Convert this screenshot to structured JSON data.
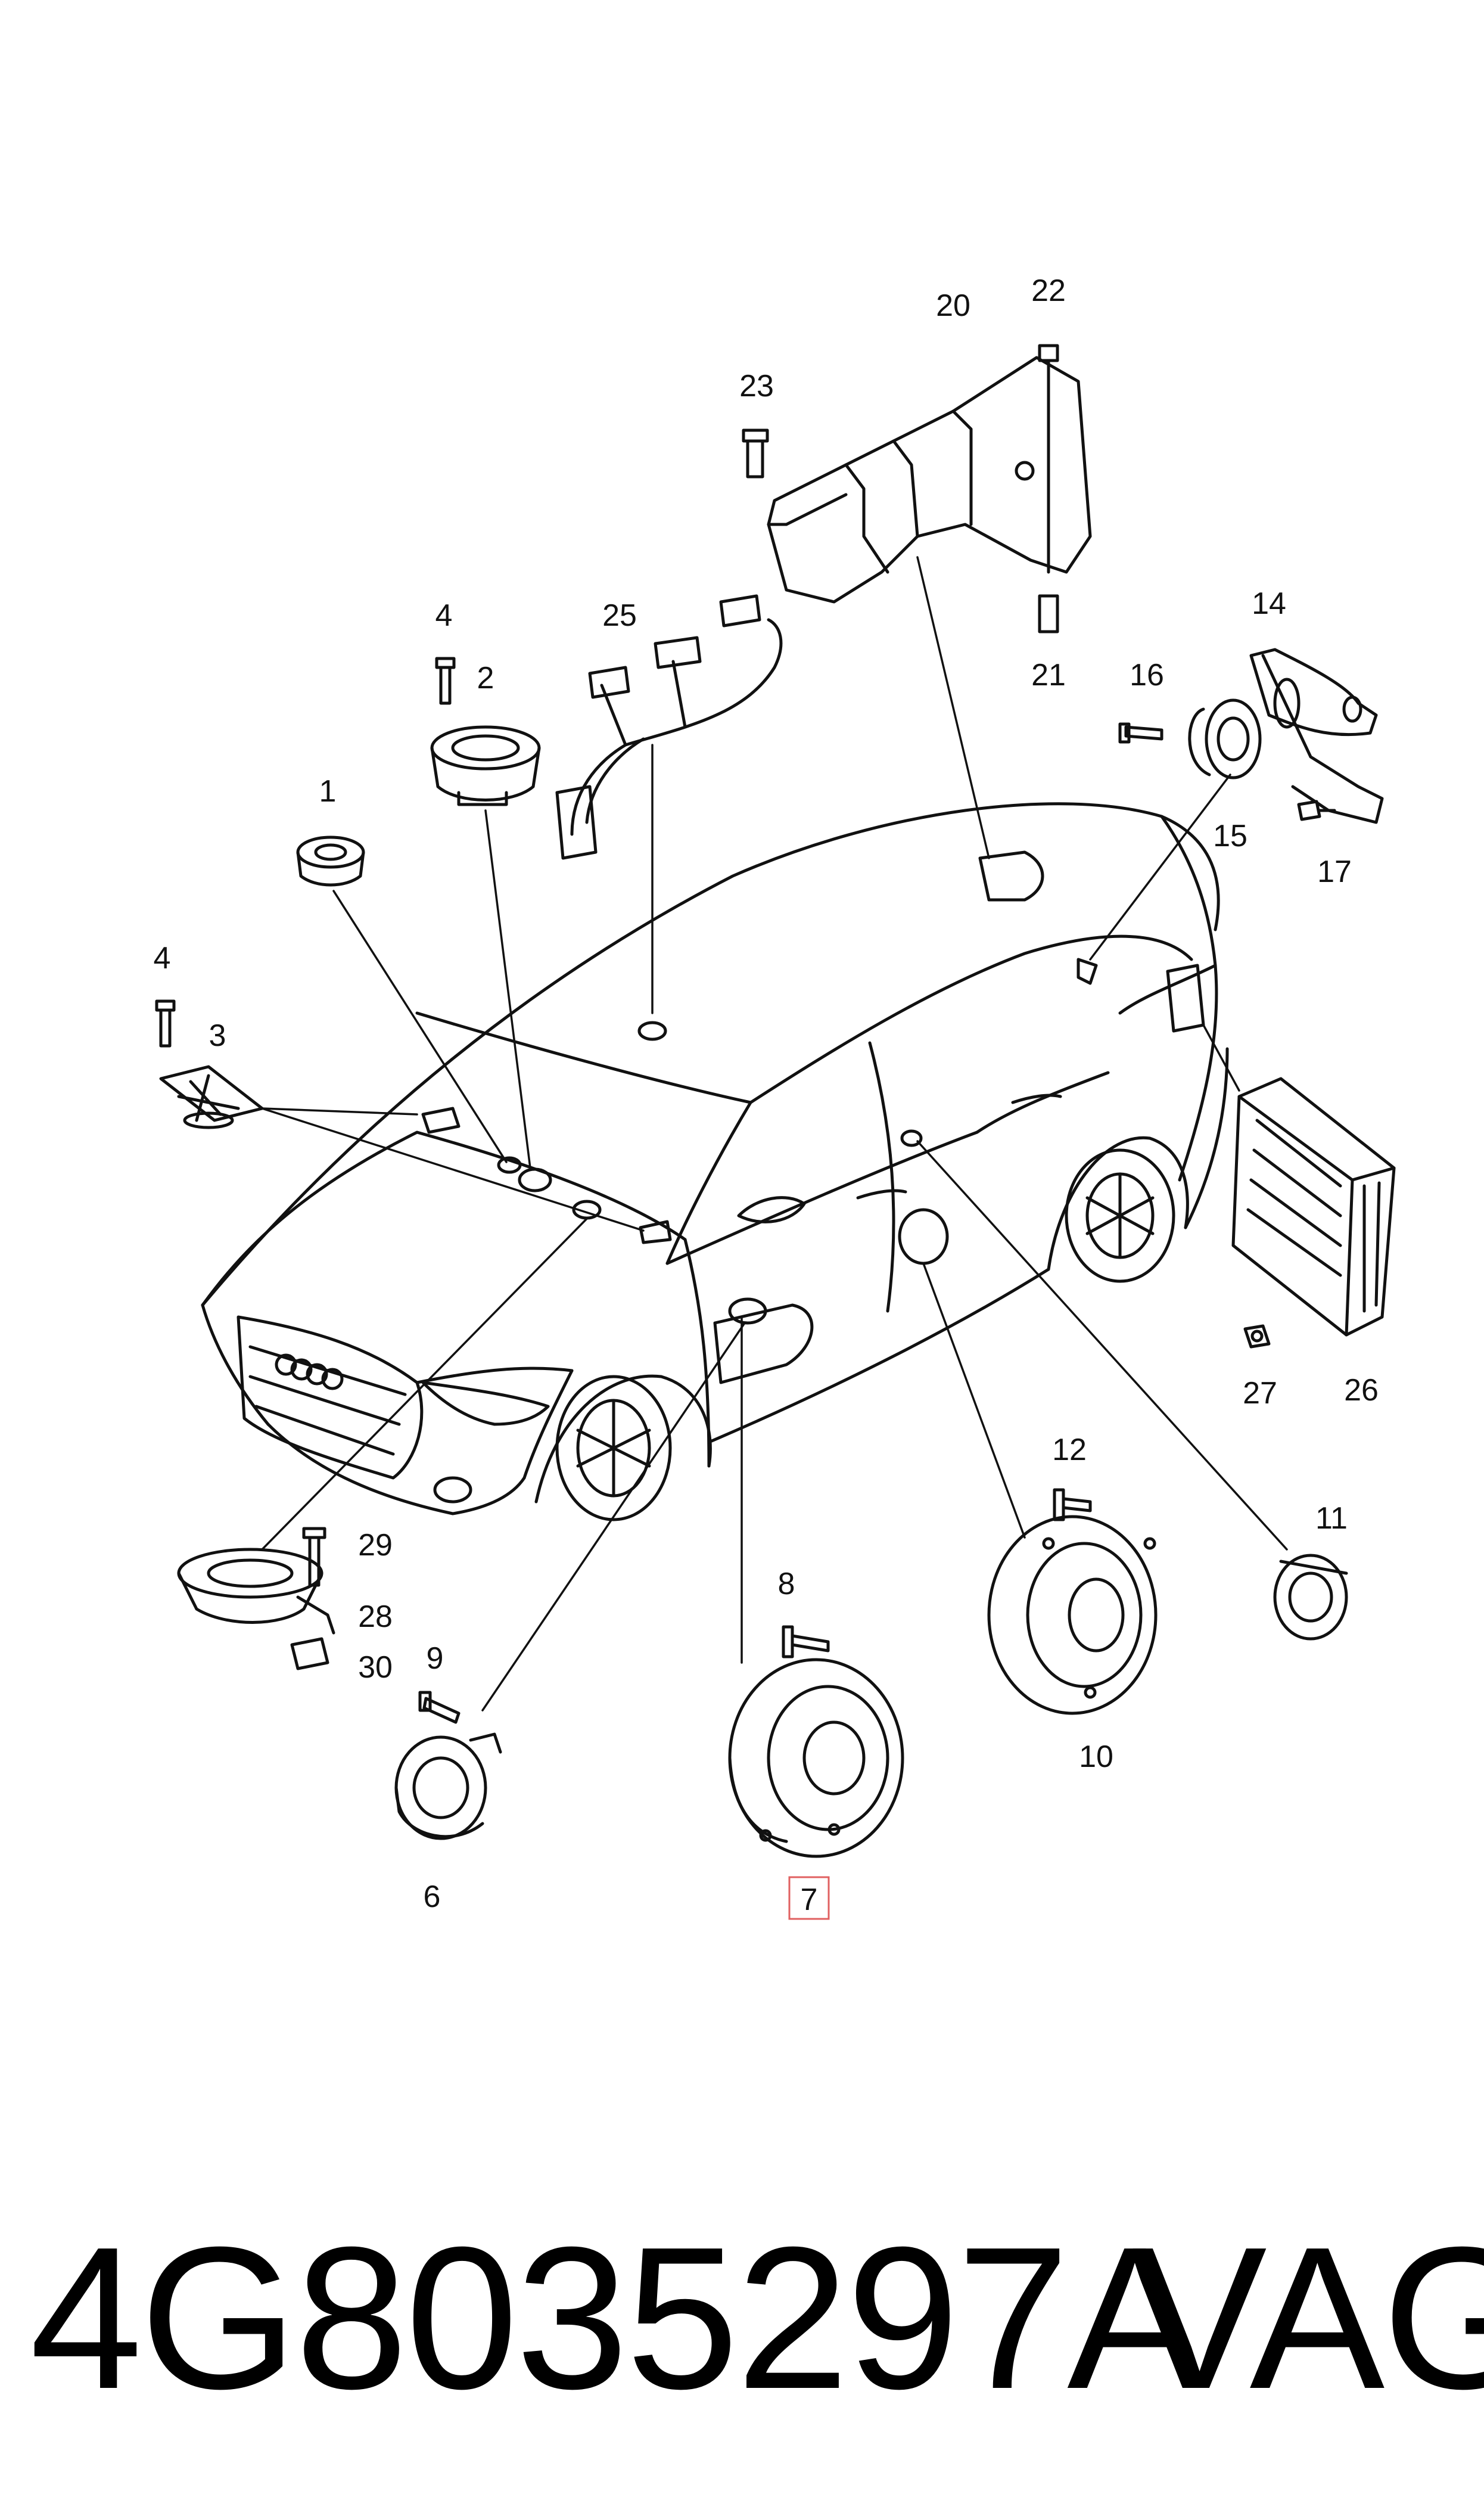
{
  "callouts": {
    "c1": "1",
    "c2": "2",
    "c3": "3",
    "c4a": "4",
    "c4b": "4",
    "c6": "6",
    "c7": "7",
    "c8": "8",
    "c9": "9",
    "c10": "10",
    "c11": "11",
    "c12": "12",
    "c14": "14",
    "c15": "15",
    "c16": "16",
    "c17": "17",
    "c20": "20",
    "c21": "21",
    "c22": "22",
    "c23": "23",
    "c25": "25",
    "c26": "26",
    "c27": "27",
    "c28": "28",
    "c29": "29",
    "c30": "30"
  },
  "highlighted_callout": "7",
  "highlight_color": "#e06060",
  "footer": {
    "part_number": "4G8035297A",
    "brand": "VAG"
  }
}
